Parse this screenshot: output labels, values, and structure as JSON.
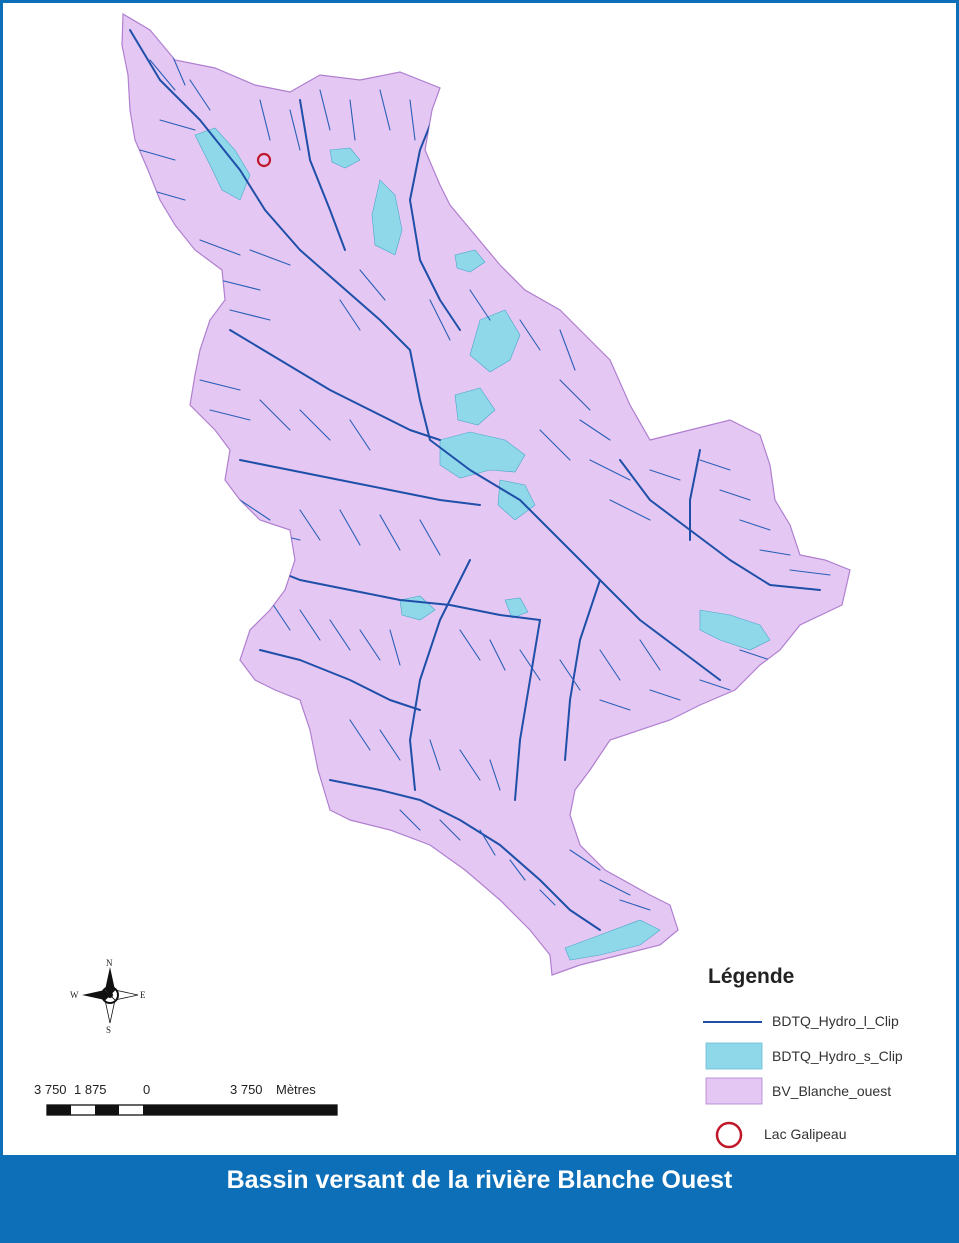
{
  "map": {
    "title": "Bassin versant de la rivière Blanche Ouest",
    "colors": {
      "basin_fill": "#e4c8f3",
      "basin_edge": "#b07fd0",
      "stream": "#1f4fa8",
      "water_fill": "#8fd8ea",
      "marker": "#c0182a",
      "banner": "#0d6fb8"
    }
  },
  "legend": {
    "title": "Légende",
    "items": [
      {
        "label": "BDTQ_Hydro_l_Clip",
        "symbol": "line",
        "color": "#1f4fa8"
      },
      {
        "label": "BDTQ_Hydro_s_Clip",
        "symbol": "fill",
        "color": "#8fd8ea"
      },
      {
        "label": "BV_Blanche_ouest",
        "symbol": "fill",
        "color": "#e4c8f3"
      },
      {
        "label": "Lac Galipeau",
        "symbol": "circle",
        "color": "#c0182a"
      }
    ]
  },
  "scale_bar": {
    "labels": [
      "3 750",
      "1 875",
      "0",
      "3 750",
      "Mètres"
    ]
  },
  "compass": {
    "north": "N",
    "south": "S",
    "east": "E",
    "west": "W"
  }
}
